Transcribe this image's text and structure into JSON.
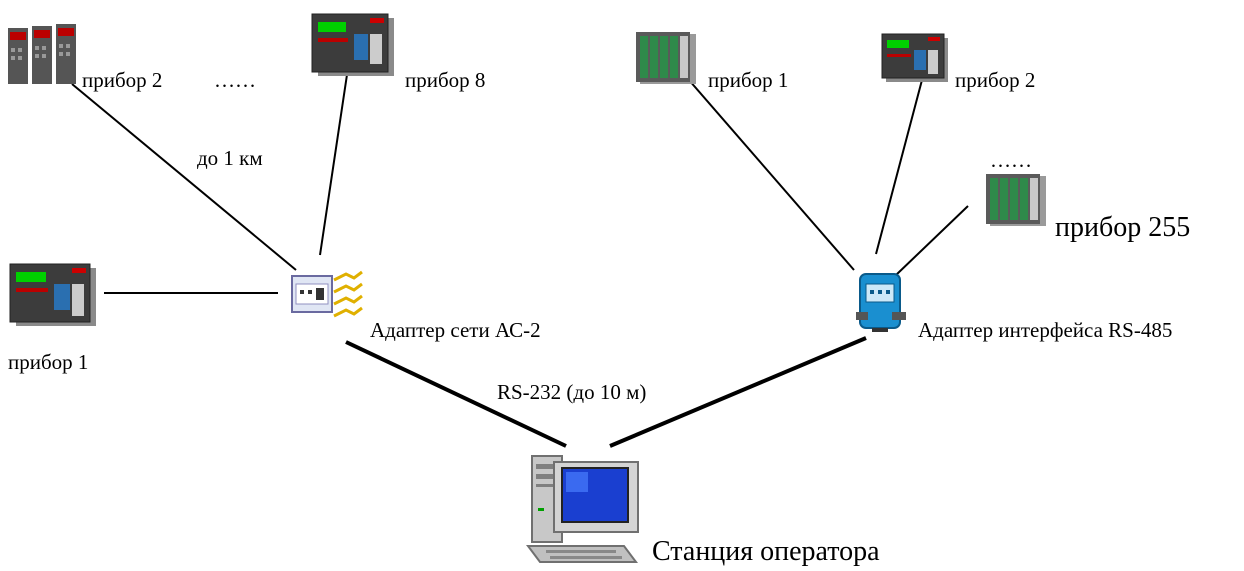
{
  "labels": {
    "left_dev2": "прибор 2",
    "left_dots": "……",
    "left_dev8": "прибор 8",
    "distance": "до 1 км",
    "left_dev1": "прибор 1",
    "adapter_ac2": "Адаптер сети АС-2",
    "rs232": "RS-232 (до 10 м)",
    "right_dev1": "прибор 1",
    "right_dev2": "прибор 2",
    "right_dots": "……",
    "right_dev255": "прибор 255",
    "adapter_rs485": "Адаптер интерфейса RS-485",
    "operator": "Станция оператора"
  },
  "icons": [
    "triple-controller-icon",
    "controller-icon",
    "rack-module-icon",
    "network-adapter-icon",
    "interface-converter-icon",
    "computer-workstation-icon"
  ],
  "colors": {
    "wire": "#000000",
    "device_body": "#404040",
    "device_display": "#00d000",
    "device_keys": "#2a6fb0",
    "rack_green": "#2f8a4a",
    "adapter_blue": "#1a8fd0",
    "screen_blue": "#1a3fd0"
  }
}
